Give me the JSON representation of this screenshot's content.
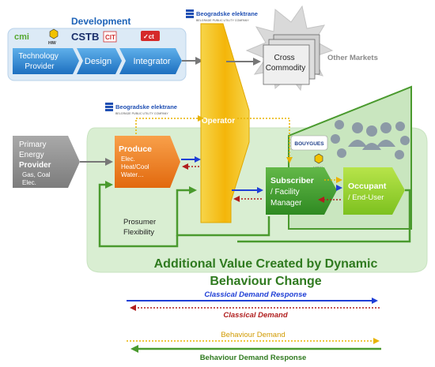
{
  "development": {
    "title": "Development",
    "logos": {
      "cmi": "cmi",
      "hiw": "HIW",
      "cstb": "CSTB",
      "cit": "CIT",
      "red": "✓ct"
    },
    "technology_provider": [
      "Technology",
      "Provider"
    ],
    "design": "Design",
    "integrator": "Integrator"
  },
  "beograd": {
    "name": "Beogradske elektrane",
    "tagline": "BELGRADE PUBLIC UTILITY COMPANY"
  },
  "operator": "Operator",
  "cross_commodity": [
    "Cross",
    "Commodity"
  ],
  "other_markets": "Other Markets",
  "primary_energy": {
    "lines": [
      "Primary",
      "Energy"
    ],
    "bold": "Provider",
    "sub": [
      "Gas, Coal",
      "Elec."
    ]
  },
  "produce": {
    "title": "Produce",
    "lines": [
      "Elec.",
      "Heat/Cool",
      "Water…"
    ]
  },
  "bouygues": "BOUYGUES",
  "subscriber": {
    "title": "Subscriber",
    "lines": [
      "/ Facility",
      "Manager"
    ]
  },
  "occupant": {
    "title": "Occupant",
    "line": "/ End-User"
  },
  "prosumer": [
    "Prosumer",
    "Flexibility"
  ],
  "value_title": [
    "Additional Value Created by Dynamic",
    "Behaviour Change"
  ],
  "legend": {
    "classical_response": "Classical Demand Response",
    "classical_demand": "Classical Demand",
    "behaviour_demand": "Behaviour Demand",
    "behaviour_response": "Behaviour Demand Response"
  },
  "colors": {
    "blue": "#1f3fd6",
    "dark_red": "#b01e1e",
    "yellow": "#f2b705",
    "green": "#4a9a2e",
    "light_green": "#d6ecd0",
    "light_blue": "#d9e8f5",
    "orange": "#f07f16",
    "gray": "#8c8c8c"
  }
}
